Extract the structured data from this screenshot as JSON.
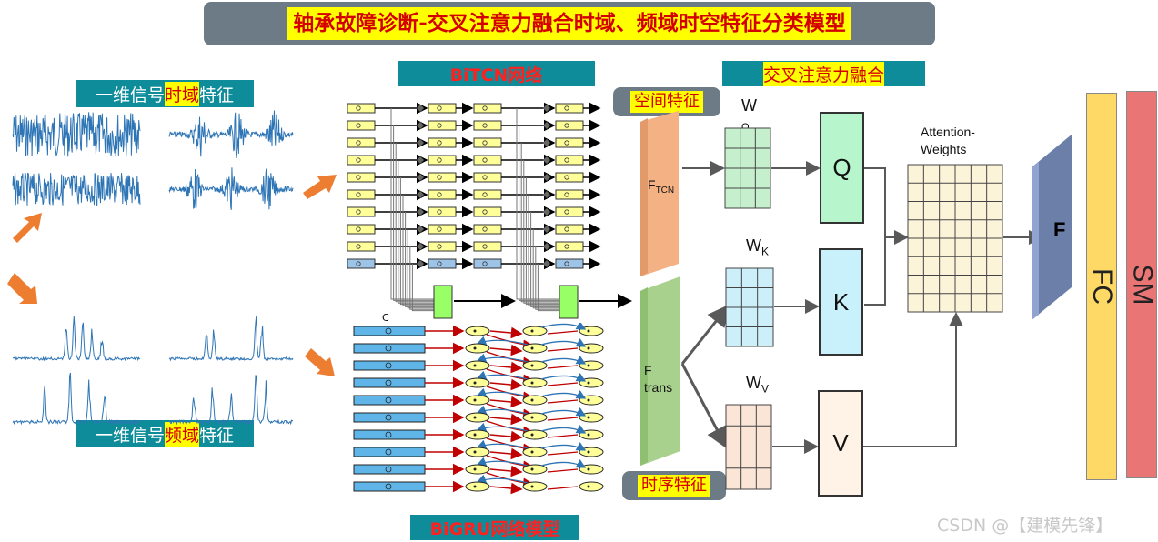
{
  "title": "轴承故障诊断-交叉注意力融合时域、频域时空特征分类模型",
  "labels": {
    "time_domain": {
      "pre": "一维信号",
      "hl": "时域",
      "post": "特征"
    },
    "freq_domain": {
      "pre": "一维信号",
      "hl": "频域",
      "post": "特征"
    },
    "bitcn": "BiTCN网络",
    "bigru": "BiGRU网络模型",
    "cross_attention": "交叉注意力融合",
    "spatial_feature": "空间特征",
    "temporal_feature": "时序特征"
  },
  "features": {
    "tcn": {
      "main": "F",
      "sub": "TCN"
    },
    "trans": {
      "line1": "F",
      "line2": "trans"
    }
  },
  "weights": {
    "wq": {
      "main": "W",
      "sub": "Q"
    },
    "wk": {
      "main": "W",
      "sub": "K"
    },
    "wv": {
      "main": "W",
      "sub": "V"
    }
  },
  "qkv": {
    "q": "Q",
    "k": "K",
    "v": "V"
  },
  "attention_label": "Attention-Weights",
  "fused_label": "F",
  "fc_label": "FC",
  "sm_label": "SM",
  "bitcn_merge_node_label": "C",
  "watermark": "CSDN @【建模先锋】",
  "colors": {
    "title_bg": "#6d7b86",
    "title_text": "#d40000",
    "teal": "#0e8c9a",
    "highlight": "#ffff00",
    "tcn_feature": "#f4b183",
    "trans_feature": "#a9d18e",
    "wq_grid": "#c6efce",
    "wk_grid": "#cdeffa",
    "wv_grid": "#fbe5d6",
    "q_box": "#b7f5cc",
    "k_box": "#c9f1fb",
    "v_box": "#fff2e6",
    "attention_grid": "#fcf4d9",
    "fused_block": "#6b7fa8",
    "fc": "#ffd966",
    "sm": "#ea7575",
    "signal": "#2e75b6",
    "tcn_cell_yellow": "#ffff99",
    "tcn_cell_blue": "#9dc3e6",
    "gru_cell": "#5fb4e8",
    "merge_box": "#99ff66",
    "arrow_orange": "#ed7d31",
    "gru_red": "#c00000"
  }
}
